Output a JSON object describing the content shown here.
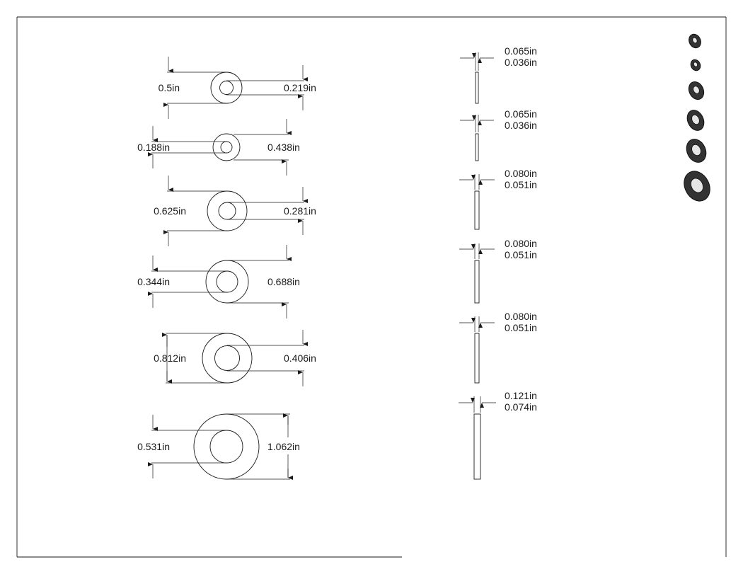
{
  "drawing": {
    "washers_front": [
      {
        "left_label": "0.5in",
        "right_label": "0.219in"
      },
      {
        "left_label": "0.188in",
        "right_label": "0.438in"
      },
      {
        "left_label": "0.625in",
        "right_label": "0.281in"
      },
      {
        "left_label": "0.344in",
        "right_label": "0.688in"
      },
      {
        "left_label": "0.812in",
        "right_label": "0.406in"
      },
      {
        "left_label": "0.531in",
        "right_label": "1.062in"
      }
    ],
    "washers_side": [
      {
        "label_top": "0.065in",
        "label_bottom": "0.036in"
      },
      {
        "label_top": "0.065in",
        "label_bottom": "0.036in"
      },
      {
        "label_top": "0.080in",
        "label_bottom": "0.051in"
      },
      {
        "label_top": "0.080in",
        "label_bottom": "0.051in"
      },
      {
        "label_top": "0.080in",
        "label_bottom": "0.051in"
      },
      {
        "label_top": "0.121in",
        "label_bottom": "0.074in"
      }
    ],
    "colors": {
      "line": "#1a1a1a",
      "washer_fill": "#3a3a3a",
      "washer_edge": "#111111",
      "paper": "#ffffff"
    }
  }
}
